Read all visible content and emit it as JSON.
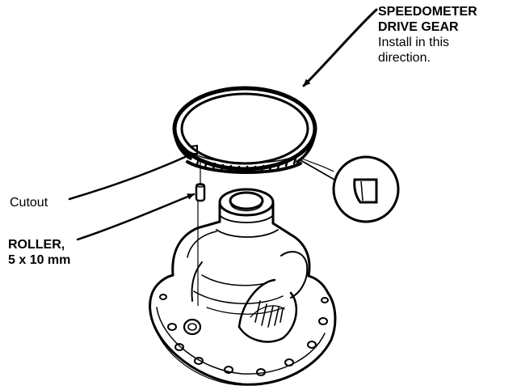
{
  "labels": {
    "speedometer_gear": {
      "line1": "SPEEDOMETER",
      "line2": "DRIVE GEAR",
      "line3": "Install in this",
      "line4": "direction."
    },
    "cutout": "Cutout",
    "roller": {
      "line1": "ROLLER,",
      "line2": "5 x 10 mm"
    }
  },
  "colors": {
    "ink": "#000000",
    "paper": "#ffffff"
  }
}
